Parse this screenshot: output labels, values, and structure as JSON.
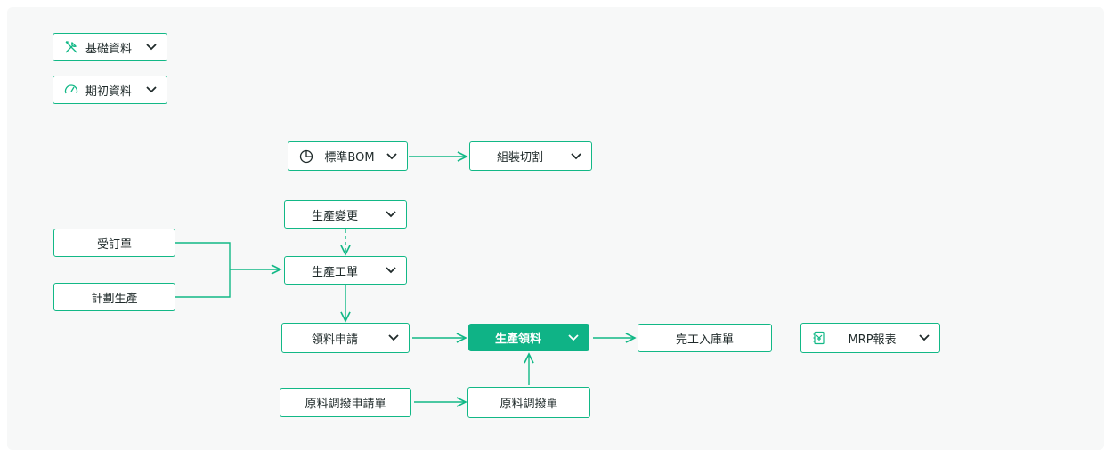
{
  "colors": {
    "accent": "#12b886",
    "accent_fill": "#0fb386",
    "canvas_bg": "#f7f8f8"
  },
  "nodes": {
    "basic_data": {
      "label": "基礎資料",
      "icon": "tools-icon"
    },
    "opening_data": {
      "label": "期初資料",
      "icon": "gauge-icon"
    },
    "standard_bom": {
      "label": "標準BOM",
      "icon": "pie-chart-icon"
    },
    "assembly_cut": {
      "label": "組裝切割"
    },
    "production_change": {
      "label": "生產變更"
    },
    "sales_order": {
      "label": "受訂單"
    },
    "planned_production": {
      "label": "計劃生產"
    },
    "work_order": {
      "label": "生產工單"
    },
    "material_request": {
      "label": "領料申請"
    },
    "production_issue": {
      "label": "生產領料"
    },
    "completion_receipt": {
      "label": "完工入庫單"
    },
    "mrp_report": {
      "label": "MRP報表",
      "icon": "ledger-icon"
    },
    "transfer_request": {
      "label": "原料調撥申請單"
    },
    "material_transfer": {
      "label": "原料調撥單"
    }
  }
}
